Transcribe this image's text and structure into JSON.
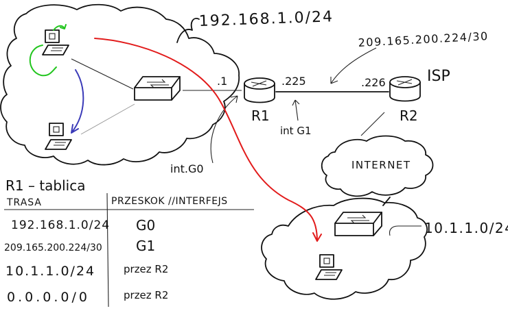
{
  "networks": {
    "lan": "192.168.1.0/24",
    "wan": "209.165.200.224/30",
    "remote": "10.1.1.0/24"
  },
  "routers": {
    "r1": "R1",
    "r2": "R2",
    "isp": "ISP"
  },
  "addresses": {
    "r1_lan": ".1",
    "r1_wan": ".225",
    "r2_wan": ".226"
  },
  "interfaces": {
    "g0": "int.G0",
    "g1": "int G1"
  },
  "internet_label": "INTERNET",
  "table": {
    "title": "R1 – tablica",
    "headers": [
      "TRASA",
      "PRZESKOK //INTERFEJS"
    ],
    "rows": [
      [
        "192.168.1.0/24",
        "G0"
      ],
      [
        "209.165.200.224/30",
        "G1"
      ],
      [
        "10.1.1.0/24",
        "przez R2"
      ],
      [
        "0.0.0.0/0",
        "przez R2"
      ]
    ]
  },
  "colors": {
    "ink": "#111111",
    "red_path": "#e21b1b",
    "green_path": "#22c51e",
    "blue_path": "#3a3ab8"
  }
}
